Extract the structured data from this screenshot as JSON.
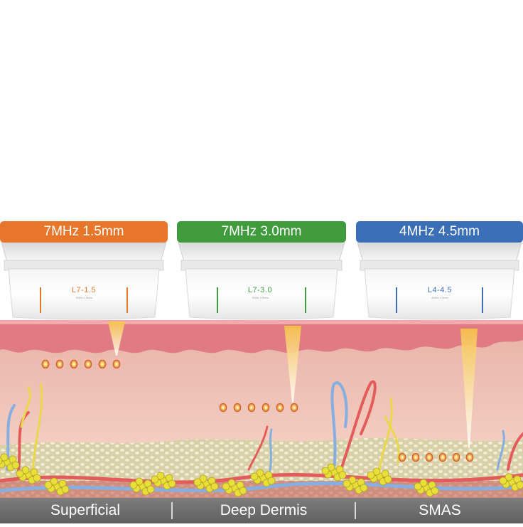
{
  "probes": [
    {
      "label": "7MHz 1.5mm",
      "model": "L7-1.5",
      "fine_print": "7MHz 1.5mm",
      "color": "#e8762a"
    },
    {
      "label": "7MHz 3.0mm",
      "model": "L7-3.0",
      "fine_print": "7MHz 3.0mm",
      "color": "#3f9b3c"
    },
    {
      "label": "4MHz 4.5mm",
      "model": "L4-4.5",
      "fine_print": "4MHz 4.5mm",
      "color": "#3a6fb7"
    }
  ],
  "layers": [
    {
      "label": "Superficial"
    },
    {
      "label": "Deep Dermis"
    },
    {
      "label": "SMAS"
    }
  ],
  "colors": {
    "epidermis": "#e87d86",
    "dermis": "#efc3b6",
    "fat": "#c9c19a",
    "fat_cell": "#e8df3a",
    "artery": "#e25c5c",
    "vein": "#86aee0",
    "nerve": "#ead84a",
    "focal_point": "#f3b44a",
    "footer": "#6e6e6e"
  }
}
